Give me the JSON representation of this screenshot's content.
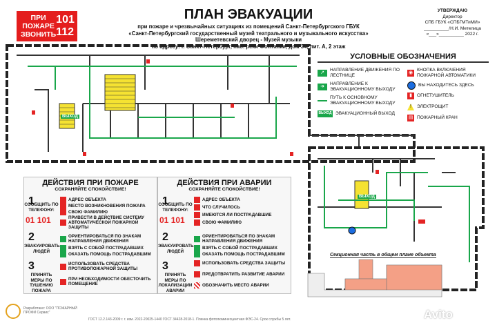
{
  "header": {
    "emergency": {
      "line1": "ПРИ",
      "line2": "ПОЖАРЕ",
      "line3": "ЗВОНИТЬ",
      "num1": "101",
      "num2": "112"
    },
    "title": "ПЛАН ЭВАКУАЦИИ",
    "subtitle": [
      "при пожаре и чрезвычайных ситуациях из помещений  Санкт-Петербургского ГБУК",
      "«Санкт-Петербургский государственный музей театрального и музыкального искусства»",
      "Шереметевский дворец - Музей музыки",
      "по адресу: г. Санкт-Петербург, наб. реки Фонтанки, дом 34, лит. А, 2 этаж"
    ],
    "approve": [
      "УТВЕРЖДАЮ",
      "Директор",
      "СПБ ГБУК «СПБГМТиМИ»",
      "__________/Н.И. Метелица",
      "«___»__________ 2022 г."
    ]
  },
  "legend": {
    "title": "УСЛОВНЫЕ ОБОЗНАЧЕНИЯ",
    "left": [
      "НАПРАВЛЕНИЕ ДВИЖЕНИЯ ПО ЛЕСТНИЦЕ",
      "НАПРАВЛЕНИЕ К ЭВАКУАЦИОННОМУ ВЫХОДУ",
      "ПУТЬ К ОСНОВНОМУ ЭВАКУАЦИОННОМУ ВЫХОДУ",
      "ЭВАКУАЦИОННЫЙ ВЫХОД"
    ],
    "right": [
      "КНОПКА ВКЛЮЧЕНИЯ ПОЖАРНОЙ АВТОМАТИКИ",
      "ВЫ НАХОДИТЕСЬ ЗДЕСЬ",
      "ОГНЕТУШИТЕЛЬ",
      "ЭЛЕКТРОЩИТ",
      "ПОЖАРНЫЙ КРАН"
    ],
    "exit_label": "ВЫХОД"
  },
  "fire_panel": {
    "title": "ДЕЙСТВИЯ ПРИ ПОЖАРЕ",
    "subtitle": "СОХРАНЯЙТЕ СПОКОЙСТВИЕ!",
    "steps": [
      {
        "num": "1",
        "label": "СООБЩИТЬ ПО ТЕЛЕФОНУ:",
        "phone_a": "01",
        "phone_b": "101",
        "actions": [
          "АДРЕС ОБЪЕКТА",
          "МЕСТО ВОЗНИКНОВЕНИЯ ПОЖАРА",
          "СВОЮ ФАМИЛИЮ",
          "ПРИВЕСТИ В ДЕЙСТВИЕ СИСТЕМУ АВТОМАТИЧЕСКОЙ ПОЖАРНОЙ ЗАЩИТЫ"
        ]
      },
      {
        "num": "2",
        "label": "ЭВАКУИРОВАТЬ ЛЮДЕЙ",
        "actions": [
          "ОРИЕНТИРОВАТЬСЯ ПО ЗНАКАМ НАПРАВЛЕНИЯ ДВИЖЕНИЯ",
          "ВЗЯТЬ С СОБОЙ ПОСТРАДАВШИХ",
          "ОКАЗАТЬ ПОМОЩЬ ПОСТРАДАВШИМ"
        ]
      },
      {
        "num": "3",
        "label": "ПРИНЯТЬ МЕРЫ ПО ТУШЕНИЮ ПОЖАРА",
        "actions": [
          "ИСПОЛЬЗОВАТЬ СРЕДСТВА ПРОТИВОПОЖАРНОЙ ЗАЩИТЫ",
          "ПРИ НЕОБХОДИМОСТИ ОБЕСТОЧИТЬ ПОМЕЩЕНИЕ"
        ]
      }
    ]
  },
  "accident_panel": {
    "title": "ДЕЙСТВИЯ ПРИ АВАРИИ",
    "subtitle": "СОХРАНЯЙТЕ СПОКОЙСТВИЕ!",
    "steps": [
      {
        "num": "1",
        "label": "СООБЩИТЬ ПО ТЕЛЕФОНУ:",
        "phone_a": "01",
        "phone_b": "101",
        "actions": [
          "АДРЕС ОБЪЕКТА",
          "ЧТО СЛУЧИЛОСЬ",
          "ИМЕЮТСЯ ЛИ ПОСТРАДАВШИЕ",
          "СВОЮ ФАМИЛИЮ"
        ]
      },
      {
        "num": "2",
        "label": "ЭВАКУИРОВАТЬ ЛЮДЕЙ",
        "actions": [
          "ОРИЕНТИРОВАТЬСЯ ПО ЗНАКАМ НАПРАВЛЕНИЯ ДВИЖЕНИЯ",
          "ВЗЯТЬ С СОБОЙ ПОСТРАДАВШИХ",
          "ОКАЗАТЬ ПОМОЩЬ ПОСТРАДАВШИМ"
        ]
      },
      {
        "num": "3",
        "label": "ПРИНЯТЬ МЕРЫ ПО ЛОКАЛИЗАЦИИ АВАРИИ",
        "actions": [
          "ИСПОЛЬЗОВАТЬ СРЕДСТВА ЗАЩИТЫ",
          "ПРЕДОТВРАТИТЬ РАЗВИТИЕ АВАРИИ",
          "ОБОЗНАЧИТЬ МЕСТО АВАРИИ"
        ]
      }
    ]
  },
  "map": {
    "section_label": "Секционная часть в общем плане объекта",
    "exit_label": "ВЫХОД"
  },
  "footer": {
    "maker": "Разработано: ООО \"ПОЖАРНЫЙ ПРОФИ Сервис\"",
    "standards": "ГОСТ 12.2.143-2009 г. г. изм. 2022-20025-1440 ГОСТ 34428-2018-1. Пленка фотолюминесцентная ФЭС-24. Срок службы 5 лет."
  },
  "watermark": "Avito",
  "colors": {
    "red": "#e42424",
    "green": "#19a64a",
    "section": "#f4a086"
  }
}
